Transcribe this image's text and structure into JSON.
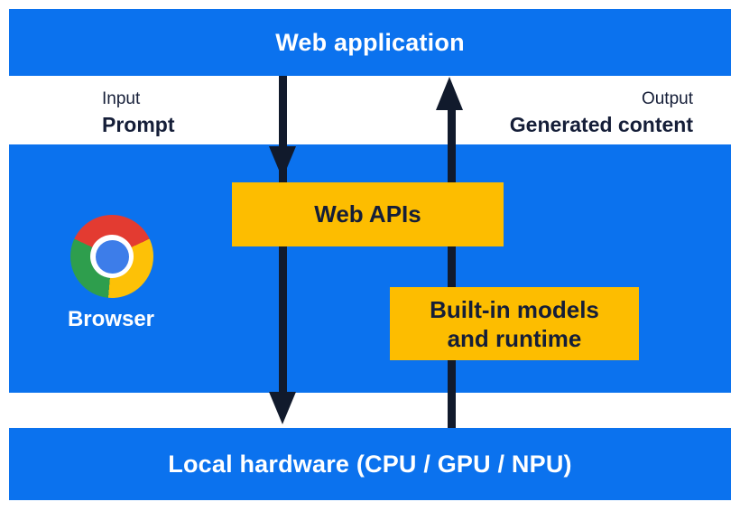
{
  "diagram": {
    "web_application_bar": {
      "label": "Web application"
    },
    "io_labels": {
      "input_title": "Input",
      "input_value": "Prompt",
      "output_title": "Output",
      "output_value": "Generated content"
    },
    "browser_section": {
      "browser_label": "Browser",
      "web_apis_label": "Web APIs",
      "builtin_models_line1": "Built-in models",
      "builtin_models_line2": "and runtime"
    },
    "hardware_bar": {
      "label": "Local hardware (CPU / GPU / NPU)"
    },
    "colors": {
      "band_blue": "#0b72ee",
      "box_yellow": "#fdbd00",
      "arrow_navy": "#111a2c",
      "text_navy": "#151e38",
      "chrome_red": "#e33b31",
      "chrome_yellow": "#fdc107",
      "chrome_green": "#2e9e4d",
      "chrome_center_blue": "#3d7de9"
    }
  }
}
